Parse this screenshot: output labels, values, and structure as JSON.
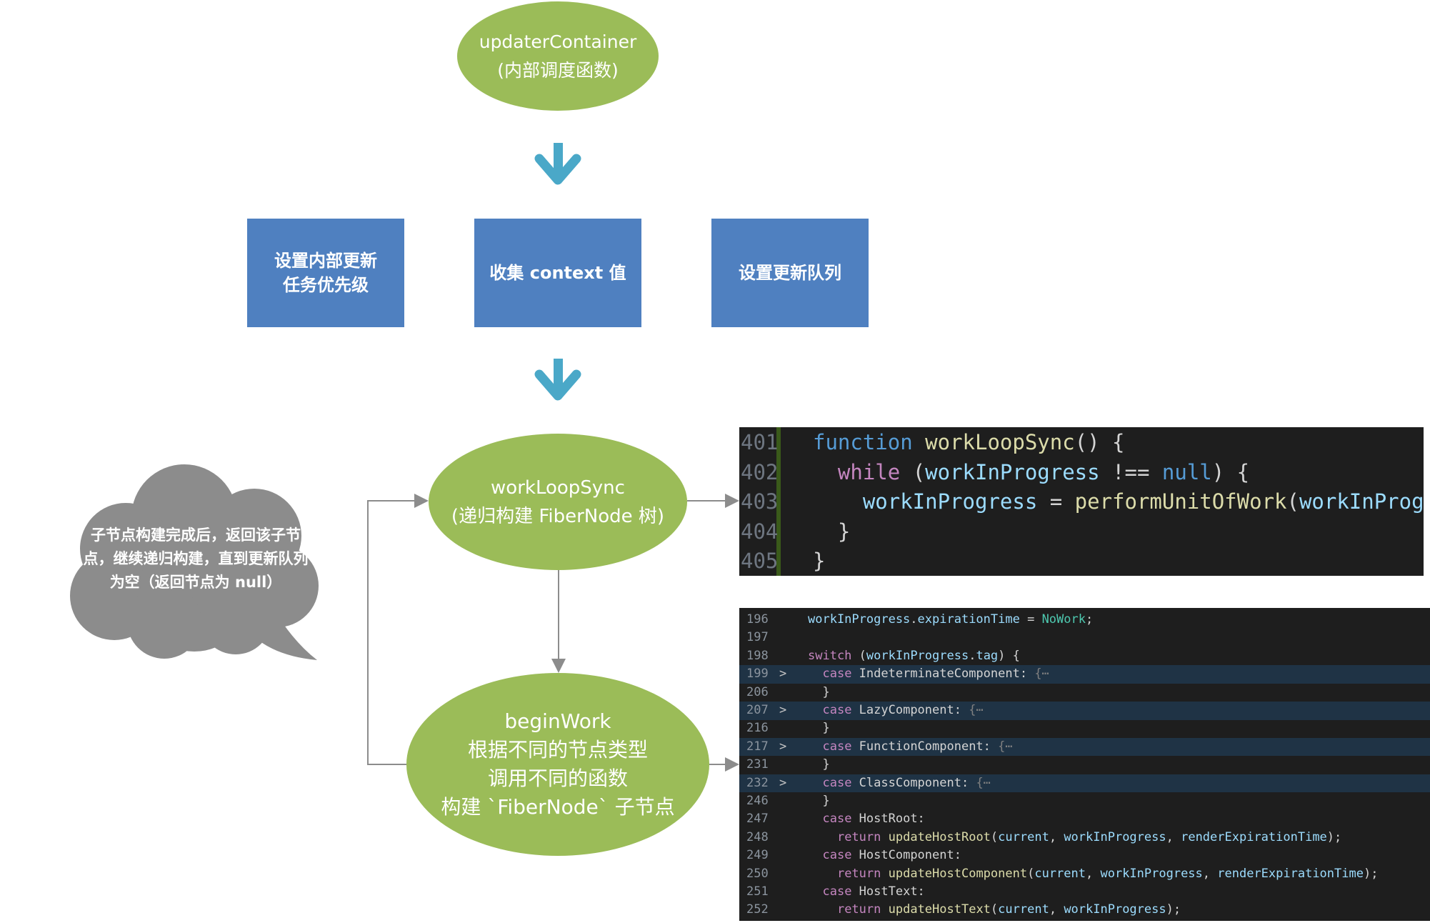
{
  "nodes": {
    "updater": {
      "line1": "updaterContainer",
      "line2": "(内部调度函数)"
    },
    "box_priority": {
      "line1": "设置内部更新",
      "line2": "任务优先级"
    },
    "box_context": {
      "line1": "收集 context 值"
    },
    "box_queue": {
      "line1": "设置更新队列"
    },
    "workloop": {
      "line1": "workLoopSync",
      "line2": "(递归构建 FiberNode 树)"
    },
    "beginwork": {
      "line1": "beginWork",
      "line2": "根据不同的节点类型",
      "line3": "调用不同的函数",
      "line4": "构建 `FiberNode` 子节点"
    },
    "cloud": {
      "line1": "子节点构建完成后，返回该子节",
      "line2": "点，继续递归构建，直到更新队列",
      "line3": "为空（返回节点为 null）"
    }
  },
  "colors": {
    "ellipse_fill": "#9bbc58",
    "box_fill": "#4f80c0",
    "arrow": "#4aa8c8",
    "cloud_fill": "#8c8c8c",
    "code_bg": "#1e1e1e"
  },
  "code_top": {
    "lines": [
      {
        "num": "401",
        "text": "function workLoopSync() {"
      },
      {
        "num": "402",
        "text": "  while (workInProgress !== null) {"
      },
      {
        "num": "403",
        "text": "    workInProgress = performUnitOfWork(workInProgress);"
      },
      {
        "num": "404",
        "text": "  }"
      },
      {
        "num": "405",
        "text": "}"
      }
    ]
  },
  "code_bottom": {
    "lines": [
      {
        "num": "196",
        "text": "workInProgress.expirationTime = NoWork;",
        "fold": ""
      },
      {
        "num": "197",
        "text": "",
        "fold": ""
      },
      {
        "num": "198",
        "text": "switch (workInProgress.tag) {",
        "fold": ""
      },
      {
        "num": "199",
        "text": "  case IndeterminateComponent: {⋯",
        "fold": ">"
      },
      {
        "num": "206",
        "text": "  }",
        "fold": ""
      },
      {
        "num": "207",
        "text": "  case LazyComponent: {⋯",
        "fold": ">"
      },
      {
        "num": "216",
        "text": "  }",
        "fold": ""
      },
      {
        "num": "217",
        "text": "  case FunctionComponent: {⋯",
        "fold": ">"
      },
      {
        "num": "231",
        "text": "  }",
        "fold": ""
      },
      {
        "num": "232",
        "text": "  case ClassComponent: {⋯",
        "fold": ">"
      },
      {
        "num": "246",
        "text": "  }",
        "fold": ""
      },
      {
        "num": "247",
        "text": "  case HostRoot:",
        "fold": ""
      },
      {
        "num": "248",
        "text": "    return updateHostRoot(current, workInProgress, renderExpirationTime);",
        "fold": ""
      },
      {
        "num": "249",
        "text": "  case HostComponent:",
        "fold": ""
      },
      {
        "num": "250",
        "text": "    return updateHostComponent(current, workInProgress, renderExpirationTime);",
        "fold": ""
      },
      {
        "num": "251",
        "text": "  case HostText:",
        "fold": ""
      },
      {
        "num": "252",
        "text": "    return updateHostText(current, workInProgress);",
        "fold": ""
      }
    ]
  }
}
